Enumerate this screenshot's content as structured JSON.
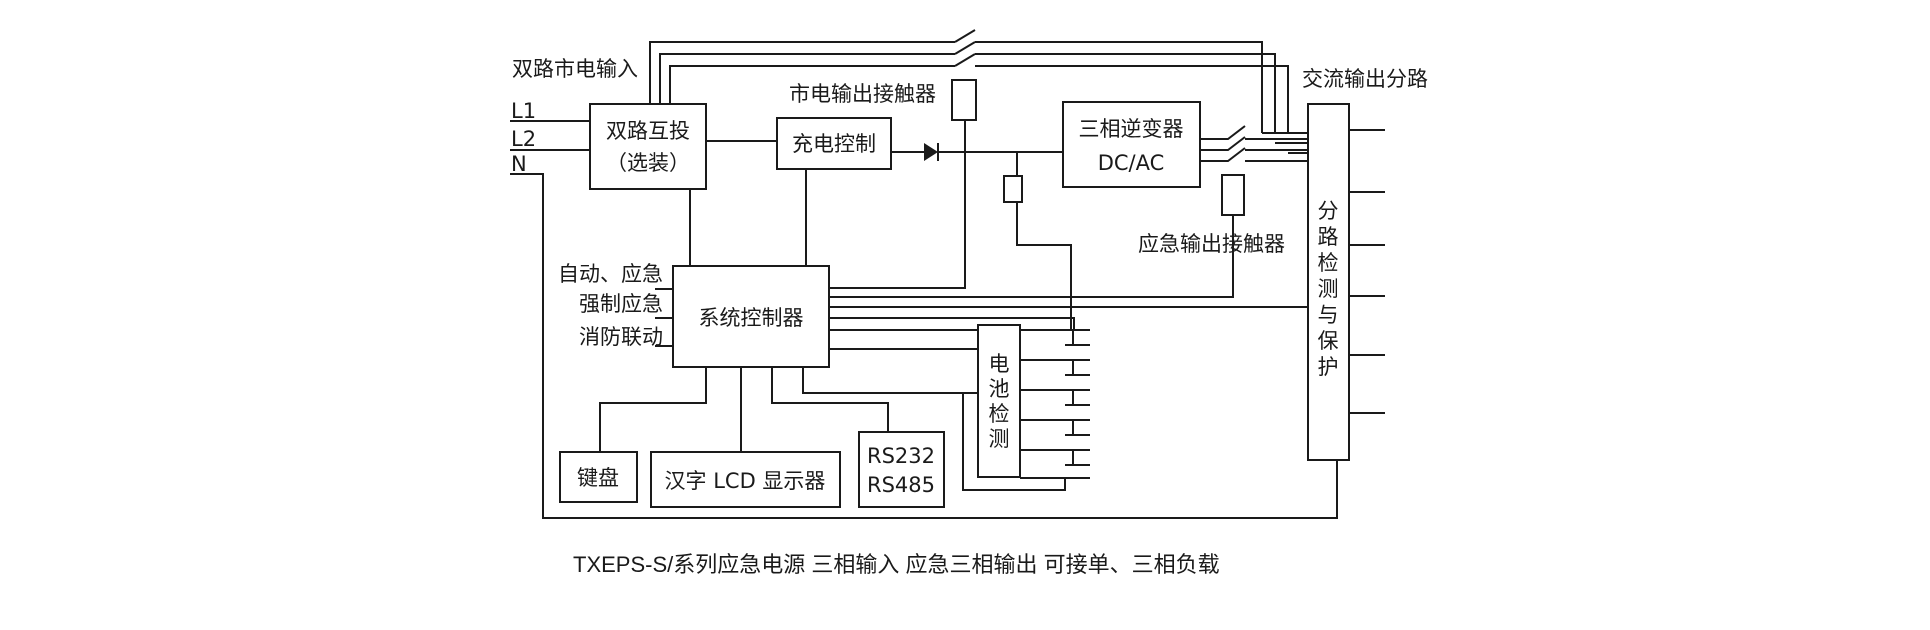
{
  "labels": {
    "dual_mains_input": "双路市电输入",
    "l1": "L1",
    "l2": "L2",
    "n": "N",
    "mains_contactor": "市电输出接触器",
    "ac_output_branch": "交流输出分路",
    "emergency_contactor": "应急输出接触器",
    "auto_emergency": "自动、应急",
    "forced_emergency": "强制应急",
    "fire_linkage": "消防联动"
  },
  "blocks": {
    "dual_switch": [
      "双路互投",
      "（选装）"
    ],
    "charge_control": "充电控制",
    "inverter": [
      "三相逆变器",
      "DC/AC"
    ],
    "system_controller": "系统控制器",
    "battery_detect": [
      "电",
      "池",
      "检",
      "测"
    ],
    "branch_protect": [
      "分",
      "路",
      "检",
      "测",
      "与",
      "保",
      "护"
    ],
    "keyboard": "键盘",
    "lcd": "汉字 LCD 显示器",
    "comm": [
      "RS232",
      "RS485"
    ]
  },
  "caption": "TXEPS-S/系列应急电源   三相输入  应急三相输出   可接单、三相负载",
  "colors": {
    "line": "#1a1a1a",
    "background": "#ffffff"
  }
}
